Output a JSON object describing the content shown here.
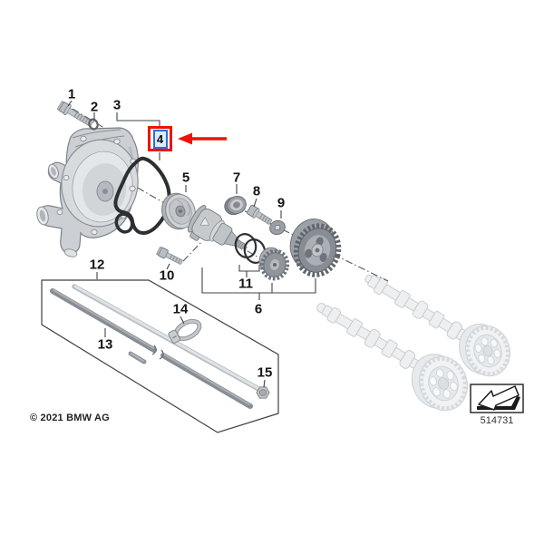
{
  "diagram": {
    "kind": "exploded-parts-diagram",
    "subject": "water pump with camshafts",
    "selection": {
      "highlighted_part": "4"
    }
  },
  "callouts": [
    {
      "label": "1"
    },
    {
      "label": "2"
    },
    {
      "label": "3"
    },
    {
      "label": "4"
    },
    {
      "label": "5"
    },
    {
      "label": "6"
    },
    {
      "label": "7"
    },
    {
      "label": "8"
    },
    {
      "label": "9"
    },
    {
      "label": "10"
    },
    {
      "label": "11"
    },
    {
      "label": "12"
    },
    {
      "label": "13"
    },
    {
      "label": "14"
    },
    {
      "label": "15"
    }
  ],
  "footer": {
    "copyright": "© 2021 BMW AG",
    "diagram_code": "514731"
  },
  "colors": {
    "highlight_red": "#ec1408",
    "highlight_blue": "#2a6fe0",
    "label_color": "#141414",
    "line_color": "#3f4347"
  }
}
